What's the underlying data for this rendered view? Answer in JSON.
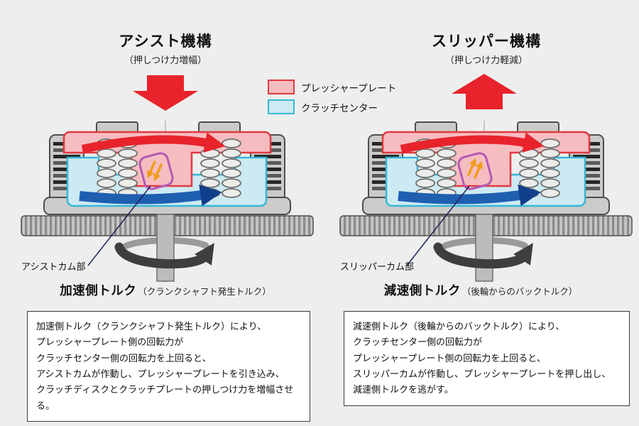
{
  "colors": {
    "page_bg": "#edefee",
    "pressure_plate_fill": "#f6bdc1",
    "pressure_plate_stroke": "#e03a40",
    "clutch_center_fill": "#cdeaf3",
    "clutch_center_stroke": "#36b6d8",
    "big_arrow_red": "#e8232b",
    "blue_arrow": "#1f5fb0",
    "blue_arrow_head": "#123f8c",
    "cam_outline": "#b35ab3",
    "cam_arrow_orange": "#f09c1a",
    "rotation_arrow": "#3e3e3c",
    "leader_line": "#20205a"
  },
  "legend": {
    "pressure_plate_label": "プレッシャープレート",
    "clutch_center_label": "クラッチセンター"
  },
  "left": {
    "title": "アシスト機構",
    "subtitle": "（押しつけ力増幅）",
    "cam_label": "アシストカム部",
    "torque_label": "加速側トルク",
    "torque_note": "（クランクシャフト発生トルク）",
    "desc": [
      "加速側トルク（クランクシャフト発生トルク）により、",
      "プレッシャープレート側の回転力が",
      "クラッチセンター側の回転力を上回ると、",
      "アシストカムが作動し、プレッシャープレートを引き込み、",
      "クラッチディスクとクラッチプレートの押しつけ力を増幅させる。"
    ]
  },
  "right": {
    "title": "スリッパー機構",
    "subtitle": "（押しつけ力軽減）",
    "cam_label": "スリッパーカム部",
    "torque_label": "減速側トルク",
    "torque_note": "（後輪からのバックトルク）",
    "desc": [
      "減速側トルク（後輪からのバックトルク）により、",
      "クラッチセンター側の回転力が",
      "プレッシャープレート側の回転力を上回ると、",
      "スリッパーカムが作動し、プレッシャープレートを押し出し、",
      "減速側トルクを逃がす。"
    ]
  }
}
